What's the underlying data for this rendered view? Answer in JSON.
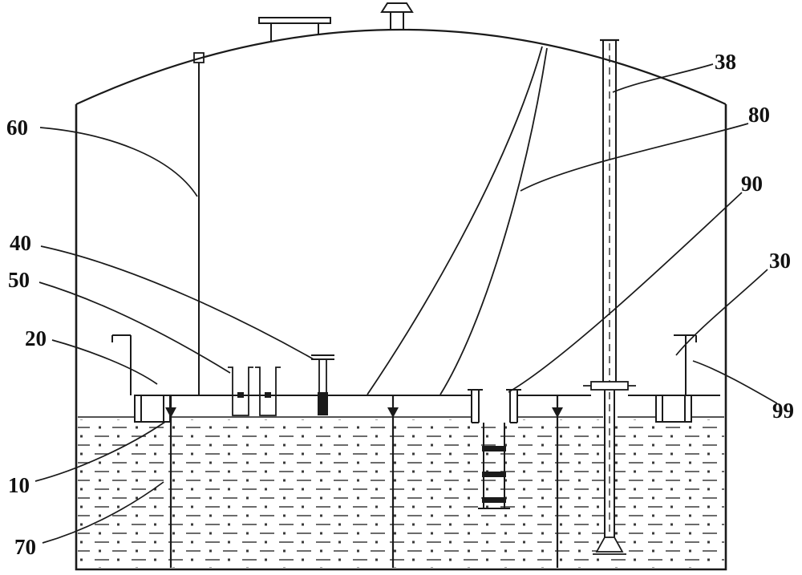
{
  "figure": {
    "kind": "patent-style technical line drawing",
    "subject": "storage tank with dome roof, internal floating deck, gauge pipe, ladder and supports",
    "background_color": "#ffffff",
    "line_color": "#1a1a1a"
  },
  "ref_numerals": {
    "n10": "10",
    "n20": "20",
    "n30": "30",
    "n38": "38",
    "n40": "40",
    "n50": "50",
    "n60": "60",
    "n70": "70",
    "n80": "80",
    "n90": "90",
    "n99": "99"
  }
}
